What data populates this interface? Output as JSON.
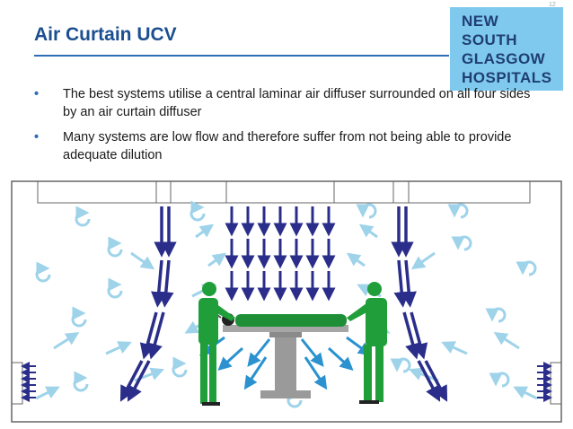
{
  "slide": {
    "title": "Air Curtain UCV",
    "page_number": "12",
    "logo_lines": [
      "NEW",
      "SOUTH",
      "GLASGOW",
      "HOSPITALS"
    ],
    "bullets": [
      "The best systems utilise a central laminar air diffuser surrounded on all four sides by an air curtain diffuser",
      "Many systems are low flow and therefore suffer from not being able to provide adequate dilution"
    ]
  },
  "diagram": {
    "colors": {
      "curtain_arrow": "#2a2e8a",
      "room_air": "#9ed3ea",
      "turbulent_air": "#2b92cf",
      "surgeon": "#1f9e3a",
      "table": "#9a9a9a",
      "outline": "#555555"
    },
    "elements": [
      "ceiling-diffuser",
      "laminar-flow",
      "air-curtain",
      "operating-table",
      "patient",
      "surgeon-left",
      "surgeon-right",
      "wall-vents",
      "room-air-circulation"
    ]
  }
}
